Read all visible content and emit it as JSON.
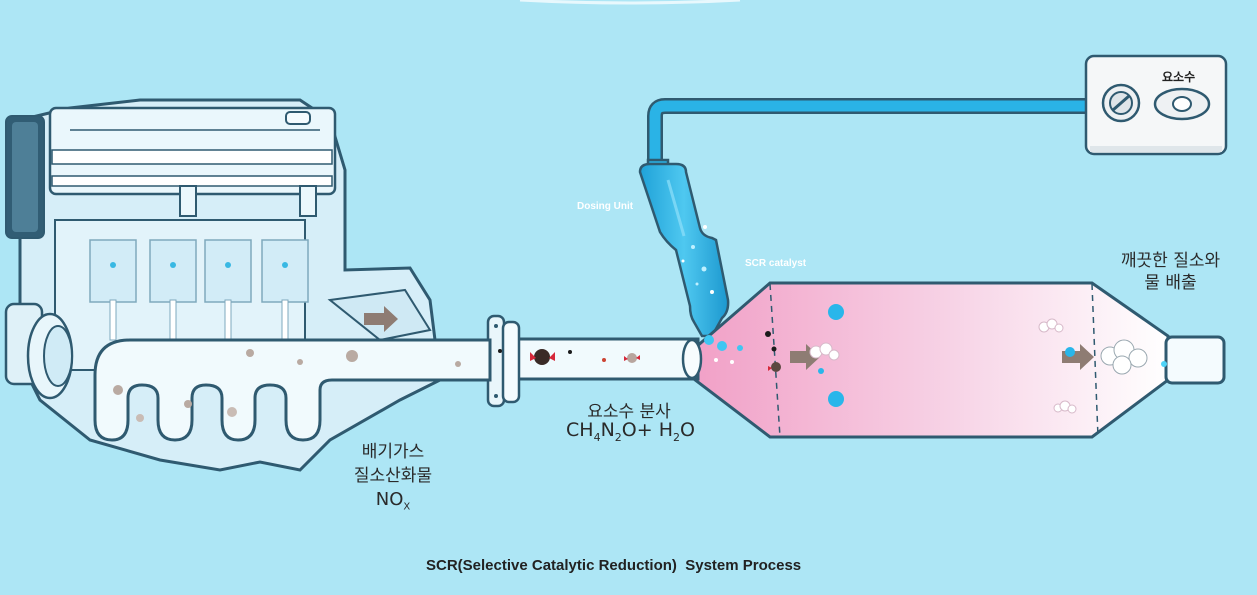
{
  "tank": {
    "label": "요소수"
  },
  "labels": {
    "dosing_unit": "Dosing Unit",
    "scr_catalyst": "SCR catalyst",
    "clean_output_line1": "깨끗한 질소와",
    "clean_output_line2": "물 배출",
    "urea_spray": "요소수 분사",
    "exhaust_line1": "배기가스",
    "exhaust_line2": "질소산화물",
    "formula": {
      "ch": "CH",
      "sub4": "4",
      "n": "N",
      "sub2a": "2",
      "o_plus": "O+ H",
      "sub2b": "2",
      "o": "O"
    },
    "nox": {
      "main": "NO",
      "sub": "X"
    }
  },
  "caption": "SCR(Selective Catalytic Reduction)  System Process",
  "colors": {
    "background": "#ade6f5",
    "outline": "#2f5a70",
    "pipe_fill": "#eef8fc",
    "dosing_blue": "#2ab3e6",
    "catalyst_pink": "#f2a5c9",
    "engine_fill": "#d6eef8",
    "arrow": "#8e7c73"
  }
}
